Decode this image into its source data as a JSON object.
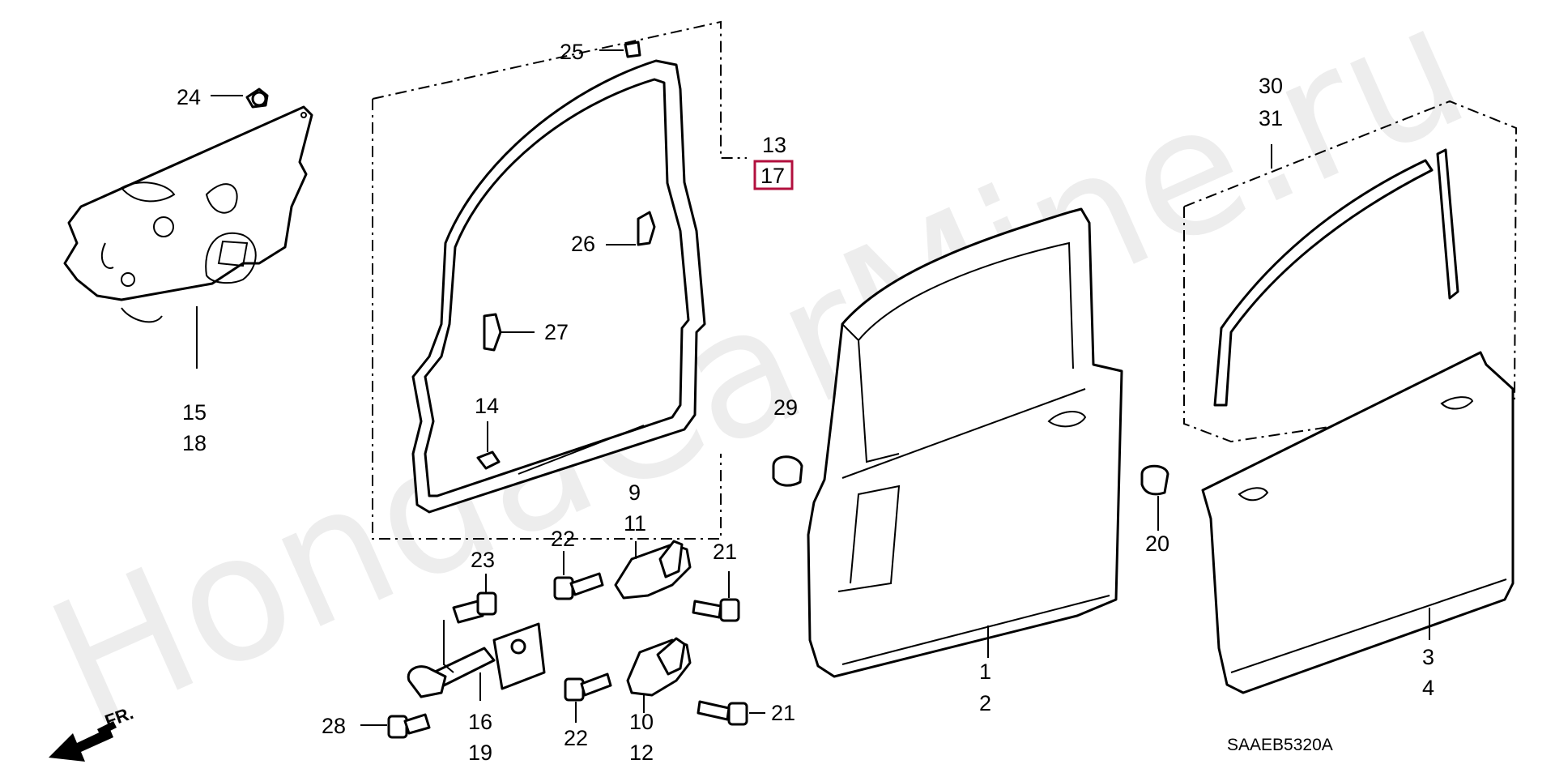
{
  "watermark": "HondaCarMine.ru",
  "diagram_code": "SAAEB5320A",
  "direction_label": "FR.",
  "highlight_color": "#b2103e",
  "callouts": {
    "c1": "1",
    "c2": "2",
    "c3": "3",
    "c4": "4",
    "c9": "9",
    "c10": "10",
    "c11": "11",
    "c12": "12",
    "c13": "13",
    "c14": "14",
    "c15": "15",
    "c16": "16",
    "c17": "17",
    "c18": "18",
    "c19": "19",
    "c20": "20",
    "c21a": "21",
    "c21b": "21",
    "c22a": "22",
    "c22b": "22",
    "c23": "23",
    "c24": "24",
    "c25": "25",
    "c26": "26",
    "c27": "27",
    "c28": "28",
    "c29": "29",
    "c30": "30",
    "c31": "31"
  }
}
